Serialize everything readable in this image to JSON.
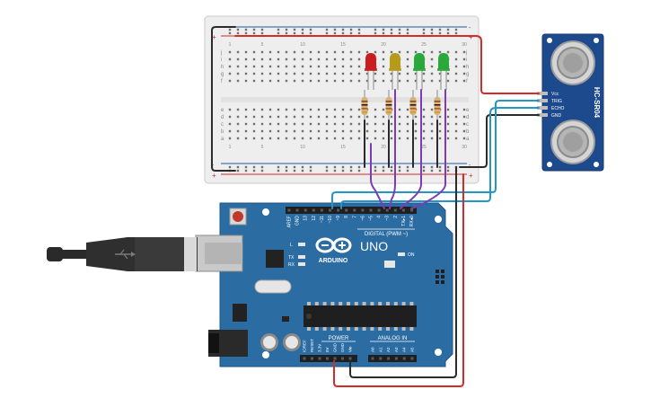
{
  "breadboard": {
    "rail_plus": "+",
    "rail_minus": "-",
    "row_letters_top": [
      "j",
      "i",
      "h",
      "g",
      "f"
    ],
    "row_letters_bottom": [
      "e",
      "d",
      "c",
      "b",
      "a"
    ],
    "column_numbers": [
      "1",
      "",
      "",
      "",
      "5",
      "",
      "",
      "",
      "",
      "10",
      "",
      "",
      "",
      "",
      "15",
      "",
      "",
      "",
      "",
      "20",
      "",
      "",
      "",
      "",
      "25",
      "",
      "",
      "",
      "",
      "30"
    ]
  },
  "leds": [
    {
      "color_name": "red",
      "color": "#c81e1e"
    },
    {
      "color_name": "yellow",
      "color": "#b59a1c"
    },
    {
      "color_name": "green",
      "color": "#2aa83a"
    },
    {
      "color_name": "green",
      "color": "#2aa83a"
    }
  ],
  "sensor": {
    "model": "HC-SR04",
    "pins": [
      "Vcc",
      "TRIG",
      "ECHO",
      "GND"
    ],
    "body_color": "#1d4a8c"
  },
  "arduino": {
    "brand": "ARDUINO",
    "model": "UNO",
    "digital_label": "DIGITAL (PWM ~)",
    "power_label": "POWER",
    "analog_label": "ANALOG IN",
    "on_label": "ON",
    "led_labels": [
      "L",
      "TX",
      "RX"
    ],
    "digital_pins": [
      "AREF",
      "GND",
      "13",
      "12",
      "~11",
      "~10",
      "~9",
      "8",
      "7",
      "~6",
      "~5",
      "4",
      "~3",
      "2",
      "TX▸1",
      "RX◂0"
    ],
    "power_pins": [
      "IOREF",
      "RESET",
      "3.3V",
      "5V",
      "GND",
      "GND",
      "Vin"
    ],
    "analog_pins": [
      "A0",
      "A1",
      "A2",
      "A3",
      "A4",
      "A5"
    ],
    "board_color": "#2b6ca3"
  },
  "wire_colors": {
    "red": "#d42a2a",
    "black": "#2b2b2b",
    "purple": "#7d3cb5",
    "blue": "#2396c9"
  }
}
